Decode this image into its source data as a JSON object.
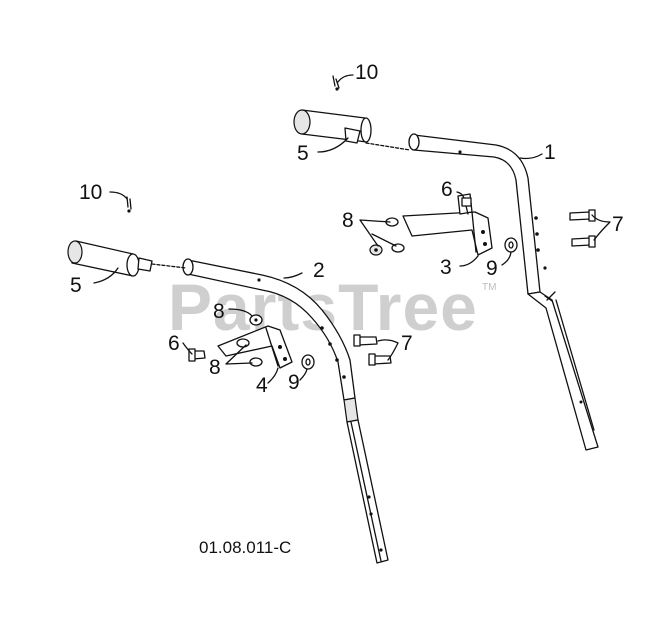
{
  "diagram": {
    "watermark": "PartsTree",
    "watermark_tm": "TM",
    "drawing_code": "01.08.011-C",
    "callouts": {
      "c1": "1",
      "c2": "2",
      "c3": "3",
      "c4": "4",
      "c5a": "5",
      "c5b": "5",
      "c6a": "6",
      "c6b": "6",
      "c7a": "7",
      "c7b": "7",
      "c8a": "8",
      "c8b": "8",
      "c8c": "8",
      "c9a": "9",
      "c9b": "9",
      "c10a": "10",
      "c10b": "10"
    }
  }
}
